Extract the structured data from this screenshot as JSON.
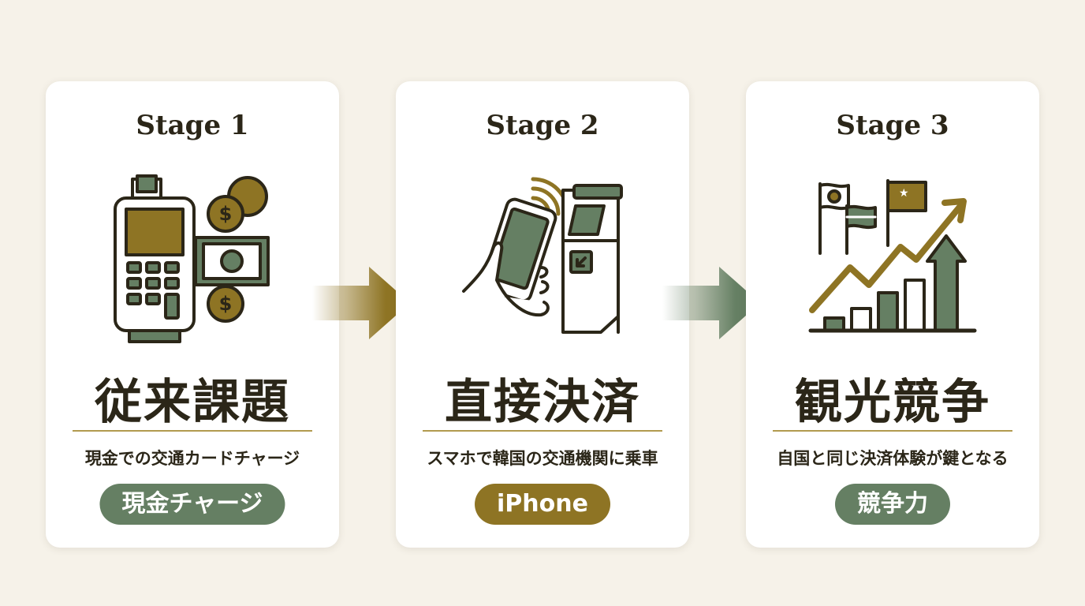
{
  "colors": {
    "background": "#f6f2e9",
    "card": "#ffffff",
    "ink": "#2b2618",
    "olive_gold": "#8a7224",
    "sage_green": "#5f7d5f",
    "rule": "#b29a4f"
  },
  "stages": [
    {
      "label": "Stage 1",
      "icon": "cash-card-terminal-icon",
      "title": "従来課題",
      "description": "現金での交通カードチャージ",
      "badge": "現金チャージ",
      "badge_color": "#657f63"
    },
    {
      "label": "Stage 2",
      "icon": "phone-tap-gate-icon",
      "title": "直接決済",
      "description": "スマホで韓国の交通機関に乗車",
      "badge": "iPhone",
      "badge_color": "#8e7424"
    },
    {
      "label": "Stage 3",
      "icon": "flags-growth-chart-icon",
      "title": "観光競争",
      "description": "自国と同じ決済体験が鍵となる",
      "badge": "競争力",
      "badge_color": "#657f63"
    }
  ],
  "arrows": [
    "arrow-right-icon",
    "arrow-right-icon"
  ]
}
